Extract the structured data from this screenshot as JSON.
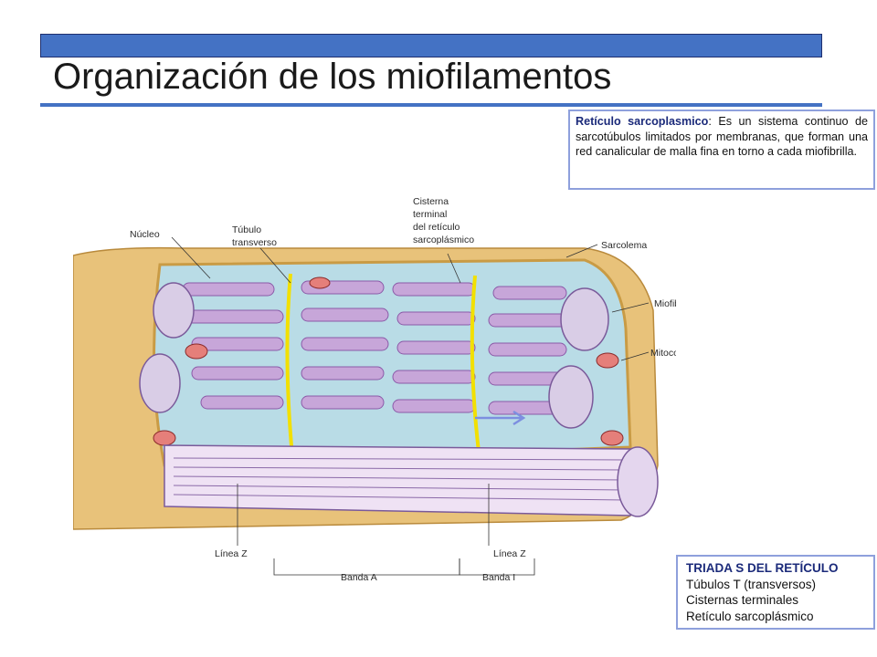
{
  "slide": {
    "title": "Organización de los miofilamentos"
  },
  "callout": {
    "lead": "Retículo sarcoplasmico",
    "text": ": Es un sistema continuo de sarcotúbulos limitados por membranas, que forman una red canalicular de malla fina en torno a cada miofibrilla."
  },
  "triad": {
    "heading": "TRIADA S DEL RETÍCULO",
    "items": [
      "Túbulos T (transversos)",
      "Cisternas terminales",
      "Retículo sarcoplásmico"
    ]
  },
  "diagram": {
    "labels": {
      "nucleo": "Núcleo",
      "tubulo_1": "Túbulo",
      "tubulo_2": "transverso",
      "cisterna_1": "Cisterna",
      "cisterna_2": "terminal",
      "cisterna_3": "del retículo",
      "cisterna_4": "sarcoplásmico",
      "sarcolema": "Sarcolema",
      "miofibrilla": "Miofibrilla",
      "mitocondrias": "Mitocondrias",
      "linea_z_left": "Línea Z",
      "linea_z_right": "Línea Z",
      "banda_a": "Banda A",
      "banda_i": "Banda I"
    }
  }
}
